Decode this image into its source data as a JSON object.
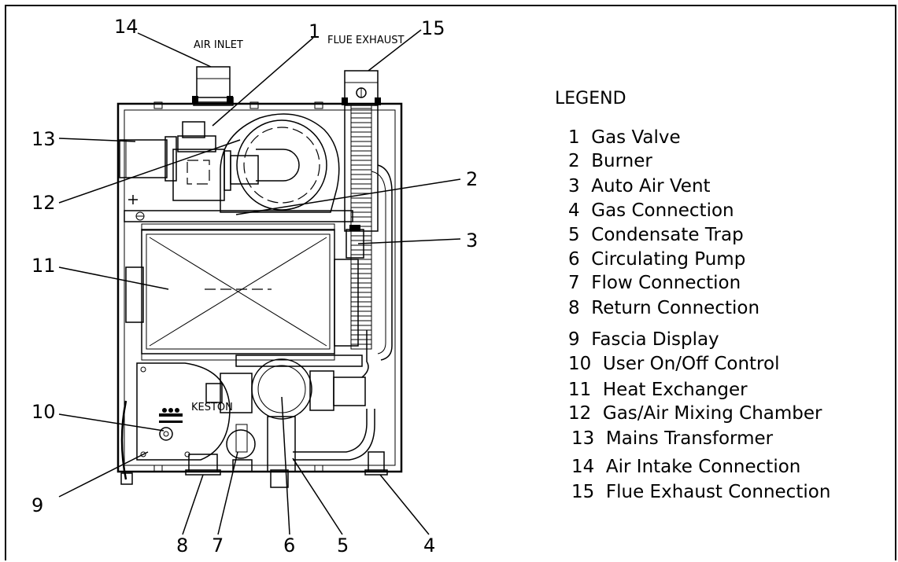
{
  "labels": {
    "air_inlet": "AIR INLET",
    "flue_exhaust": "FLUE EXHAUST",
    "brand": "KESTON"
  },
  "callouts": [
    {
      "num": "1"
    },
    {
      "num": "2"
    },
    {
      "num": "3"
    },
    {
      "num": "4"
    },
    {
      "num": "5"
    },
    {
      "num": "6"
    },
    {
      "num": "7"
    },
    {
      "num": "8"
    },
    {
      "num": "9"
    },
    {
      "num": "10"
    },
    {
      "num": "11"
    },
    {
      "num": "12"
    },
    {
      "num": "13"
    },
    {
      "num": "14"
    },
    {
      "num": "15"
    }
  ],
  "legend": {
    "title": "LEGEND",
    "items": [
      "1  Gas Valve",
      "2  Burner",
      "3  Auto Air Vent",
      "4  Gas Connection",
      "5  Condensate Trap",
      "6  Circulating Pump",
      "7  Flow Connection",
      "8  Return Connection",
      "9  Fascia Display",
      "10  User On/Off Control",
      "11  Heat Exchanger",
      "12  Gas/Air Mixing Chamber",
      "13  Mains Transformer",
      "14  Air Intake Connection",
      "15  Flue Exhaust Connection"
    ]
  }
}
